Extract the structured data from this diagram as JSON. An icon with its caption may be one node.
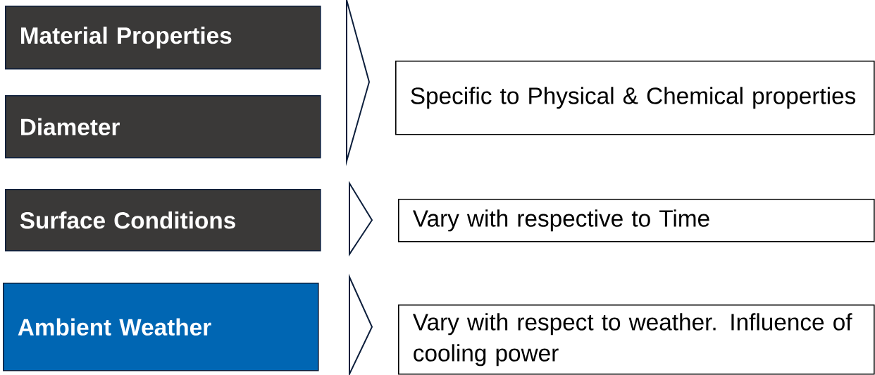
{
  "diagram": {
    "nodes": [
      {
        "text": [
          "Material Properties"
        ]
      },
      {
        "text": [
          "Diameter"
        ]
      },
      {
        "text": [
          "Surface Conditions"
        ]
      },
      {
        "text": [
          "Ambient Weather"
        ]
      },
      {
        "text": [
          "Specific to Physical & Chemical properties"
        ]
      },
      {
        "text": [
          "Vary with respective to Time"
        ]
      },
      {
        "text": [
          "Vary with respect to weather. Influence of cooling power"
        ]
      }
    ],
    "edges": [
      {
        "from": 0,
        "to": 4,
        "arrow": "to"
      },
      {
        "from": 1,
        "to": 4,
        "arrow": "to"
      },
      {
        "from": 2,
        "to": 5,
        "arrow": "to"
      },
      {
        "from": 3,
        "to": 6,
        "arrow": "to"
      }
    ]
  }
}
